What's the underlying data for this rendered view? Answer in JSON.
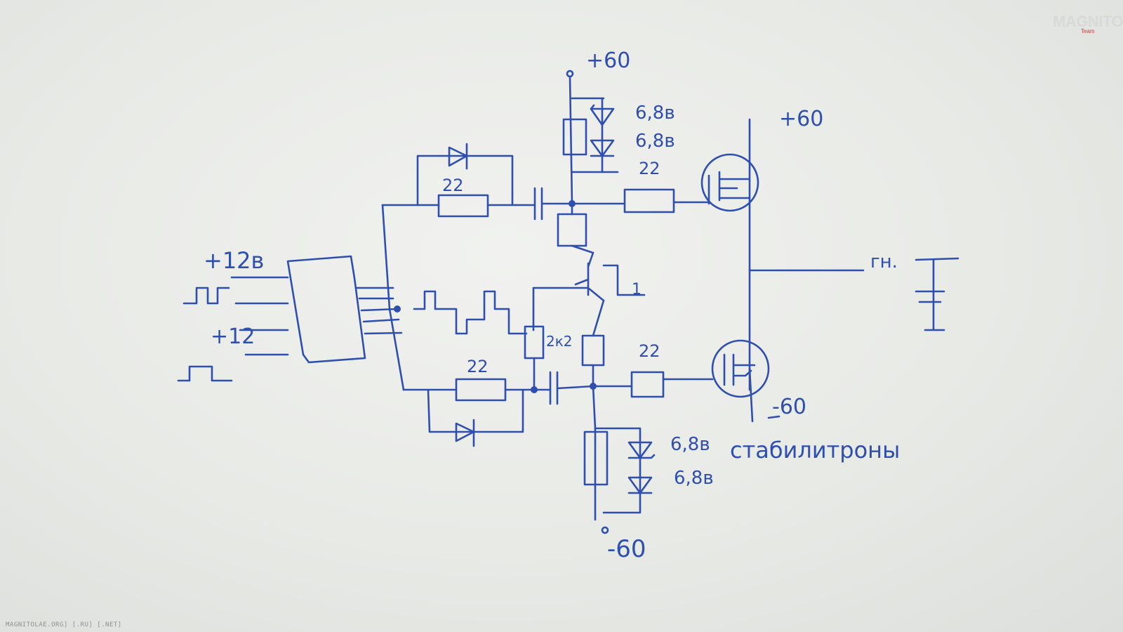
{
  "watermark": {
    "logo": "MAGNITOLA",
    "logo_sub": "Team",
    "footer": "MAGNITOLAE.ORG] [.RU] [.NET]"
  },
  "schematic": {
    "supply_top": "+60",
    "supply_right": "+60",
    "supply_bottom": "-60",
    "supply_right_bottom": "-60",
    "input_12v": "+12в",
    "input_12": "+12",
    "transistor_label": "1",
    "resistor_22_top_left": "22",
    "resistor_22_top_right": "22",
    "resistor_22_bottom_left": "22",
    "resistor_22_bottom_right": "22",
    "resistor_2k2": "2к2",
    "zener_top_1": "6,8в",
    "zener_top_2": "6,8в",
    "zener_bottom_1": "6,8в",
    "zener_bottom_2": "6,8в",
    "zener_note": "стабилитроны",
    "output_label": "гн."
  },
  "colors": {
    "ink": "#2f4fb0",
    "paper": "#e9ebe7"
  }
}
